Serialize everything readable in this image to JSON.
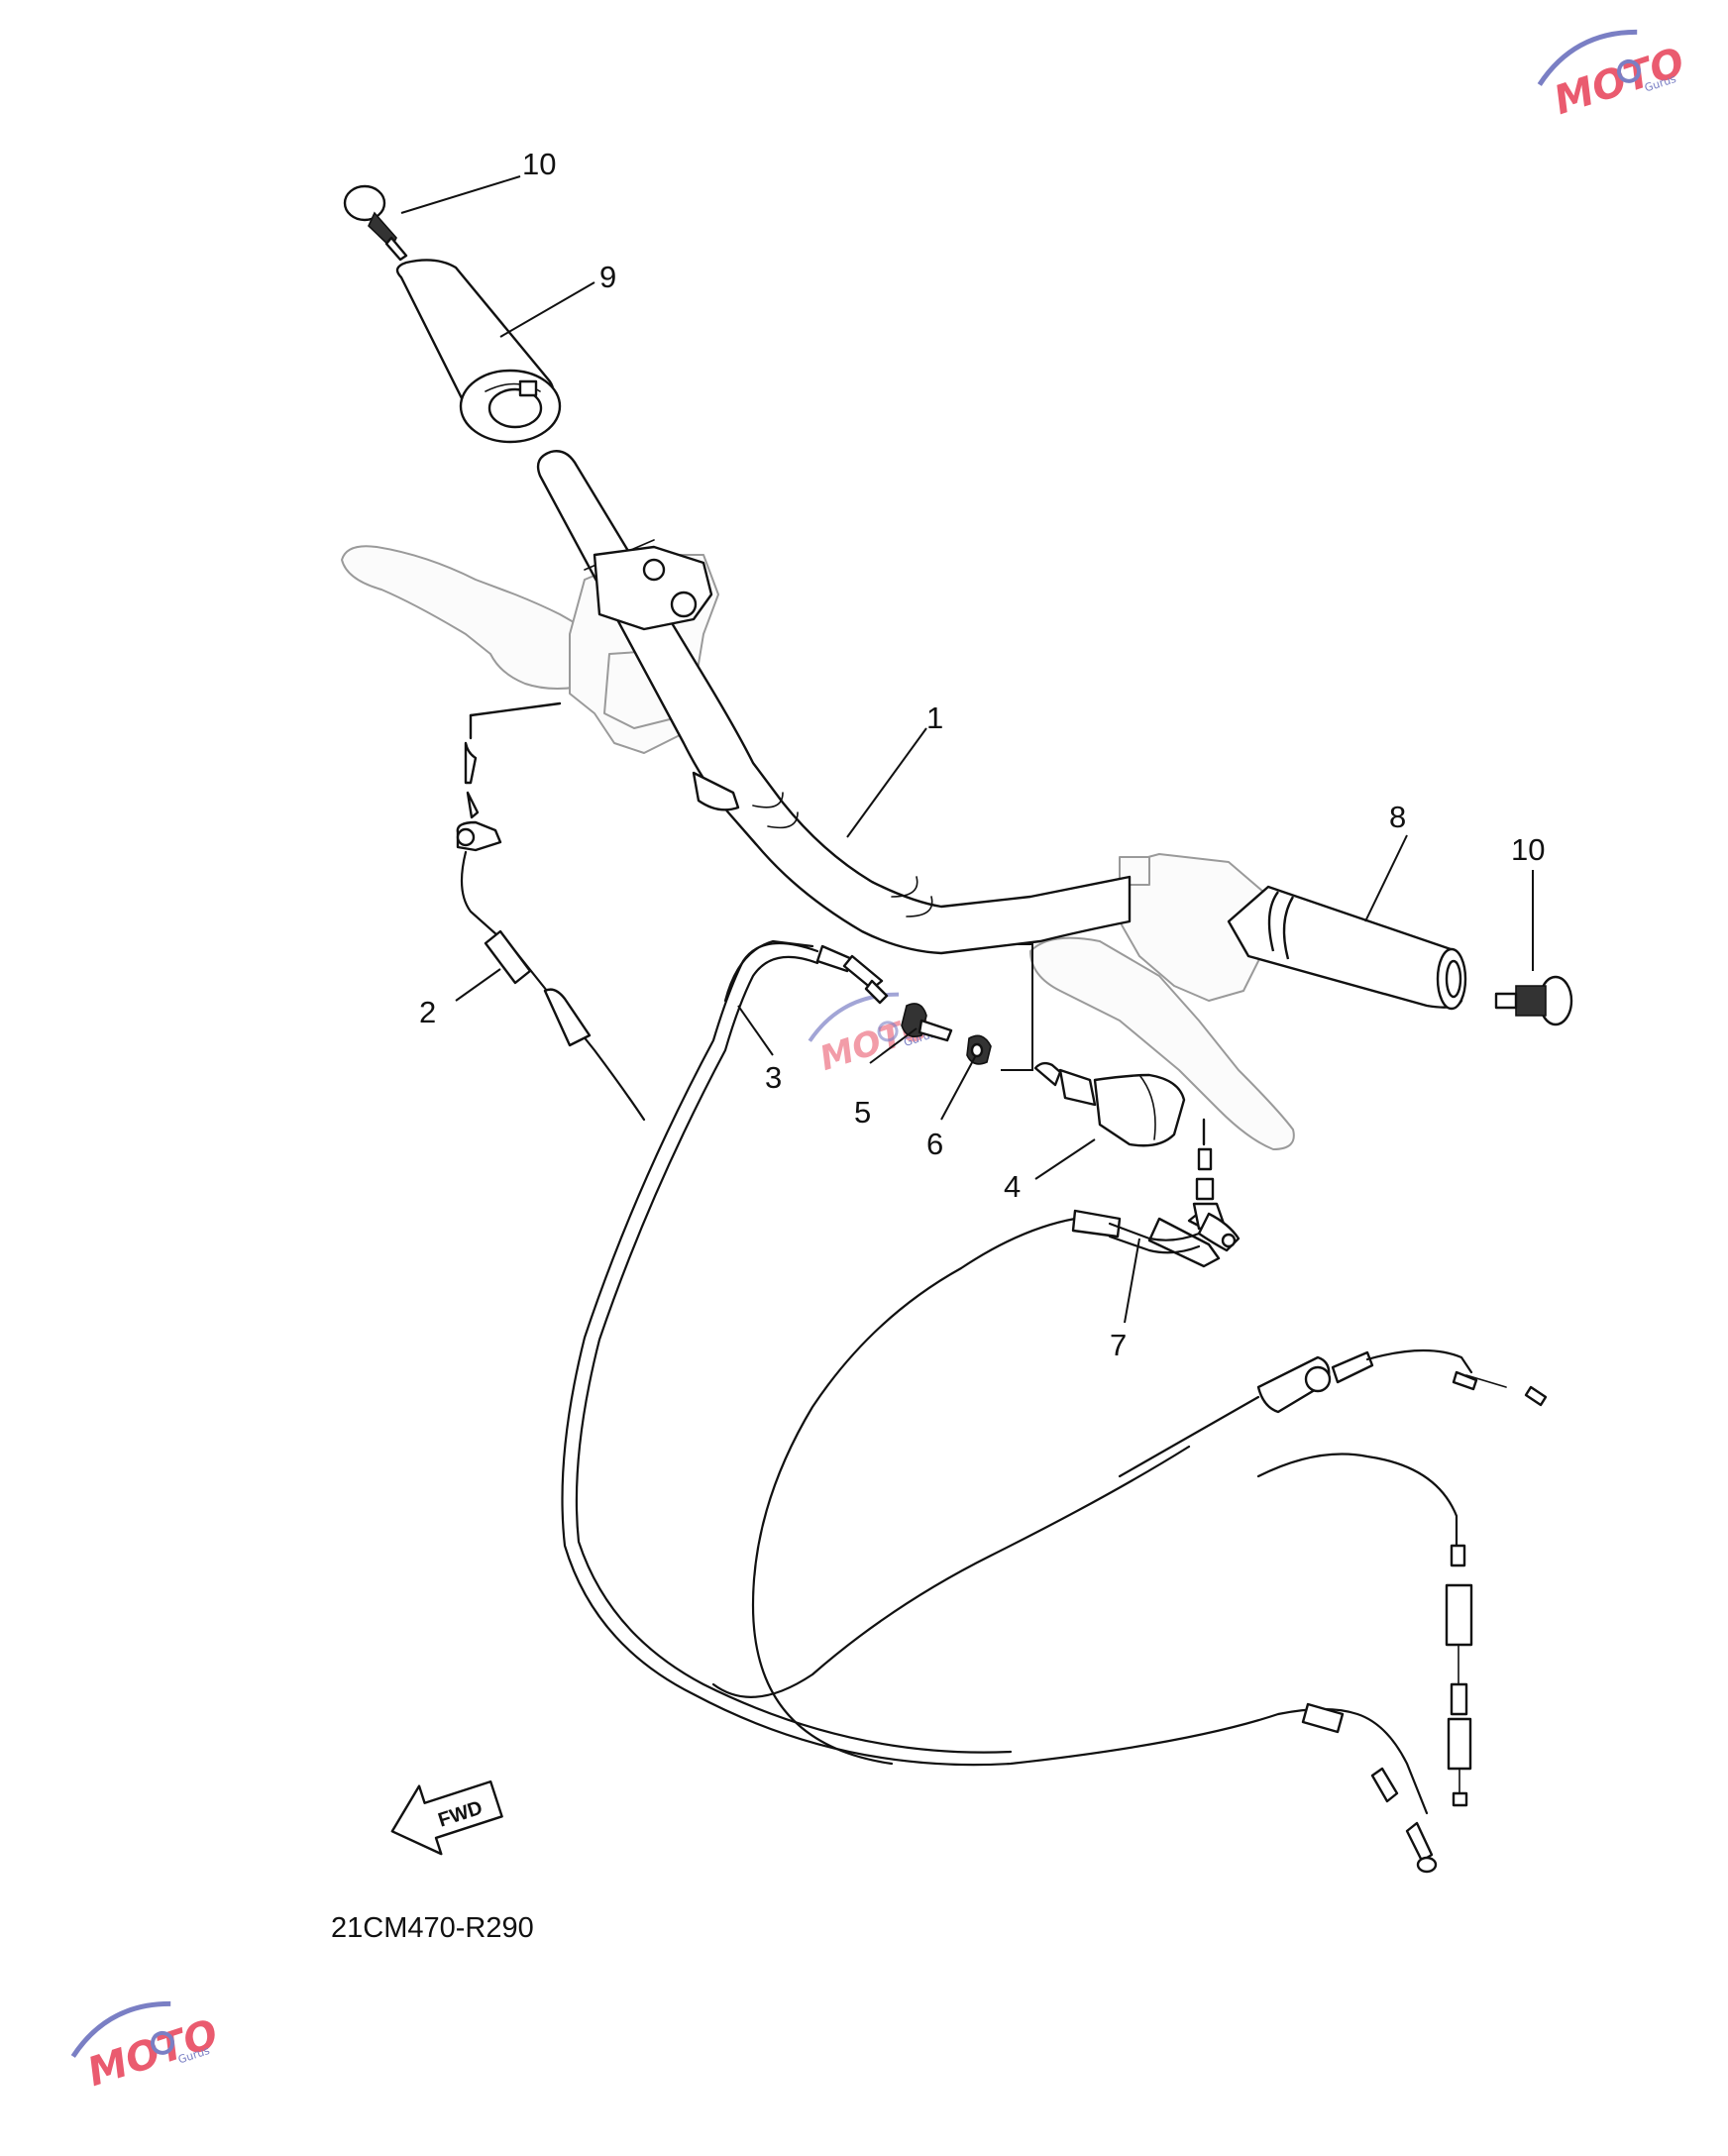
{
  "diagram": {
    "part_number": "21CM470-R290",
    "fwd_label": "FWD",
    "callouts": [
      {
        "id": "c10a",
        "label": "10"
      },
      {
        "id": "c9",
        "label": "9"
      },
      {
        "id": "c1",
        "label": "1"
      },
      {
        "id": "c8",
        "label": "8"
      },
      {
        "id": "c10b",
        "label": "10"
      },
      {
        "id": "c2",
        "label": "2"
      },
      {
        "id": "c3",
        "label": "3"
      },
      {
        "id": "c5",
        "label": "5"
      },
      {
        "id": "c6",
        "label": "6"
      },
      {
        "id": "c4",
        "label": "4"
      },
      {
        "id": "c7",
        "label": "7"
      }
    ]
  },
  "watermark": {
    "brand": "MOTO",
    "sub": "Gurus",
    "colors": {
      "red": "#ea5b6f",
      "blue": "#7a7fc4"
    }
  }
}
